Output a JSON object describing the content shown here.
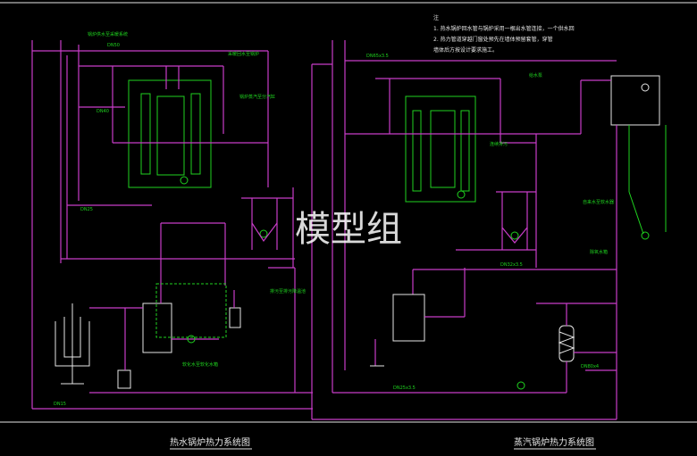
{
  "watermark": "模型组",
  "titles": {
    "left": "热水锅炉热力系统图",
    "right": "蒸汽锅炉热力系统图"
  },
  "notes": {
    "heading": "注",
    "line1": "1. 热水锅炉回水管与锅炉采用一根出水管连接，一个供水回",
    "line2": "2. 热力管道穿越门窗处预先在墙体预留套管，穿管",
    "line3": "   墙体后方按设计要求施工。"
  },
  "labels": {
    "dn_a": "DN50",
    "dn_b": "DN40",
    "dn_c": "DN25",
    "dn_d": "DN65x3.5",
    "dn_e": "DN32x3.5",
    "dn_f": "DN25x3.5",
    "dn_g": "DN15",
    "dn_h": "DN80x4",
    "note_supply": "锅炉供水至采暖系统",
    "note_return": "采暖回水至锅炉",
    "note_steam": "锅炉蒸汽至分汽缸",
    "note_drain": "排污至排污降温池",
    "note_soft": "软化水至软化水箱",
    "note_feed": "给水泵",
    "note_blow": "连续排污",
    "note_city": "自来水至软水器",
    "note_tank": "除氧水箱"
  }
}
